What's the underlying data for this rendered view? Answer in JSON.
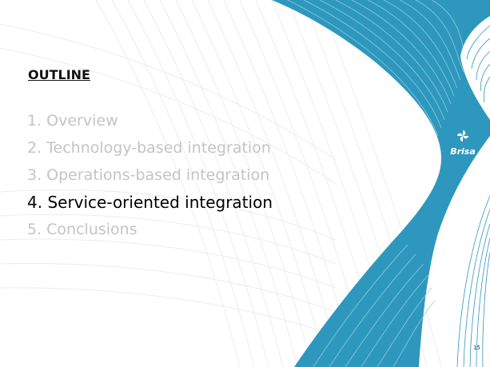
{
  "slide": {
    "title": "OUTLINE",
    "items": [
      {
        "label": "1. Overview",
        "active": false
      },
      {
        "label": "2. Technology-based integration",
        "active": false
      },
      {
        "label": "3. Operations-based integration",
        "active": false
      },
      {
        "label": "4. Service-oriented integration",
        "active": true
      },
      {
        "label": "5. Conclusions",
        "active": false
      }
    ],
    "logo_text": "Brisa",
    "page_number": "15"
  },
  "colors": {
    "accent": "#2e97bd",
    "active_text": "#000000",
    "inactive_text": "#c4c4c4",
    "background": "#ffffff"
  }
}
